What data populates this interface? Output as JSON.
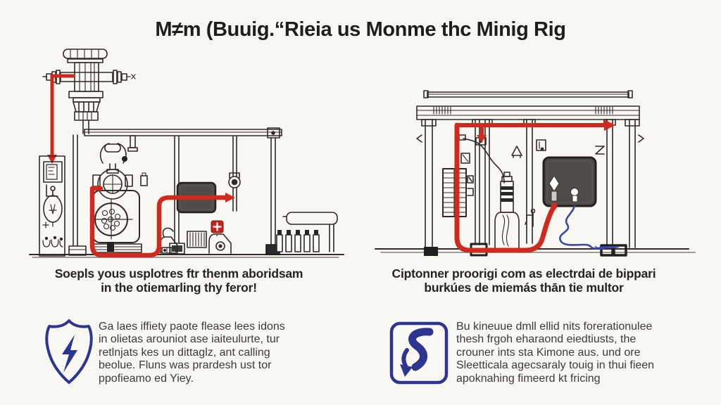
{
  "page": {
    "title": "M≠m (Buuig.“Rieia us Monme thc Minig Rig"
  },
  "colors": {
    "background": "#f9f7f2",
    "line_art": "#2e2b28",
    "highlight_red": "#d02a20",
    "accent_navy": "#2c3590",
    "cable_blue": "#3a49b0",
    "panel_gray": "#4e4b48"
  },
  "left_panel": {
    "caption_line1": "Soepls yous usplotres ftr thenm aboridsam",
    "caption_line2": "in the otiemarling thy feror!"
  },
  "right_panel": {
    "caption_line1": "Ciptonner proorigi com as electrdai de bippari",
    "caption_line2": "burkúes de miemás thān tie multor"
  },
  "notes": {
    "left": {
      "icon": "shield-lightning-icon",
      "lines": [
        "Ga laes iffiety paote flease lees idons",
        "in olietas arouniot ase iaiteulurte, tur",
        "retlnjats kes un dittaglz, ant calling",
        "beolue. Fluns was prardesh ust tor",
        "ppofieamo ed Yiey."
      ]
    },
    "right": {
      "icon": "static-discharge-icon",
      "lines": [
        "Bu kineuue dmll ellid nits forerationulee",
        "thesh frgoh eharaond eiedtiusts, the",
        "crouner ints sta Kimone aus. und ore",
        "Sleetticala agecsaraly touig in thui fieen",
        "apoknahing fimeerd kt fricing"
      ]
    }
  }
}
